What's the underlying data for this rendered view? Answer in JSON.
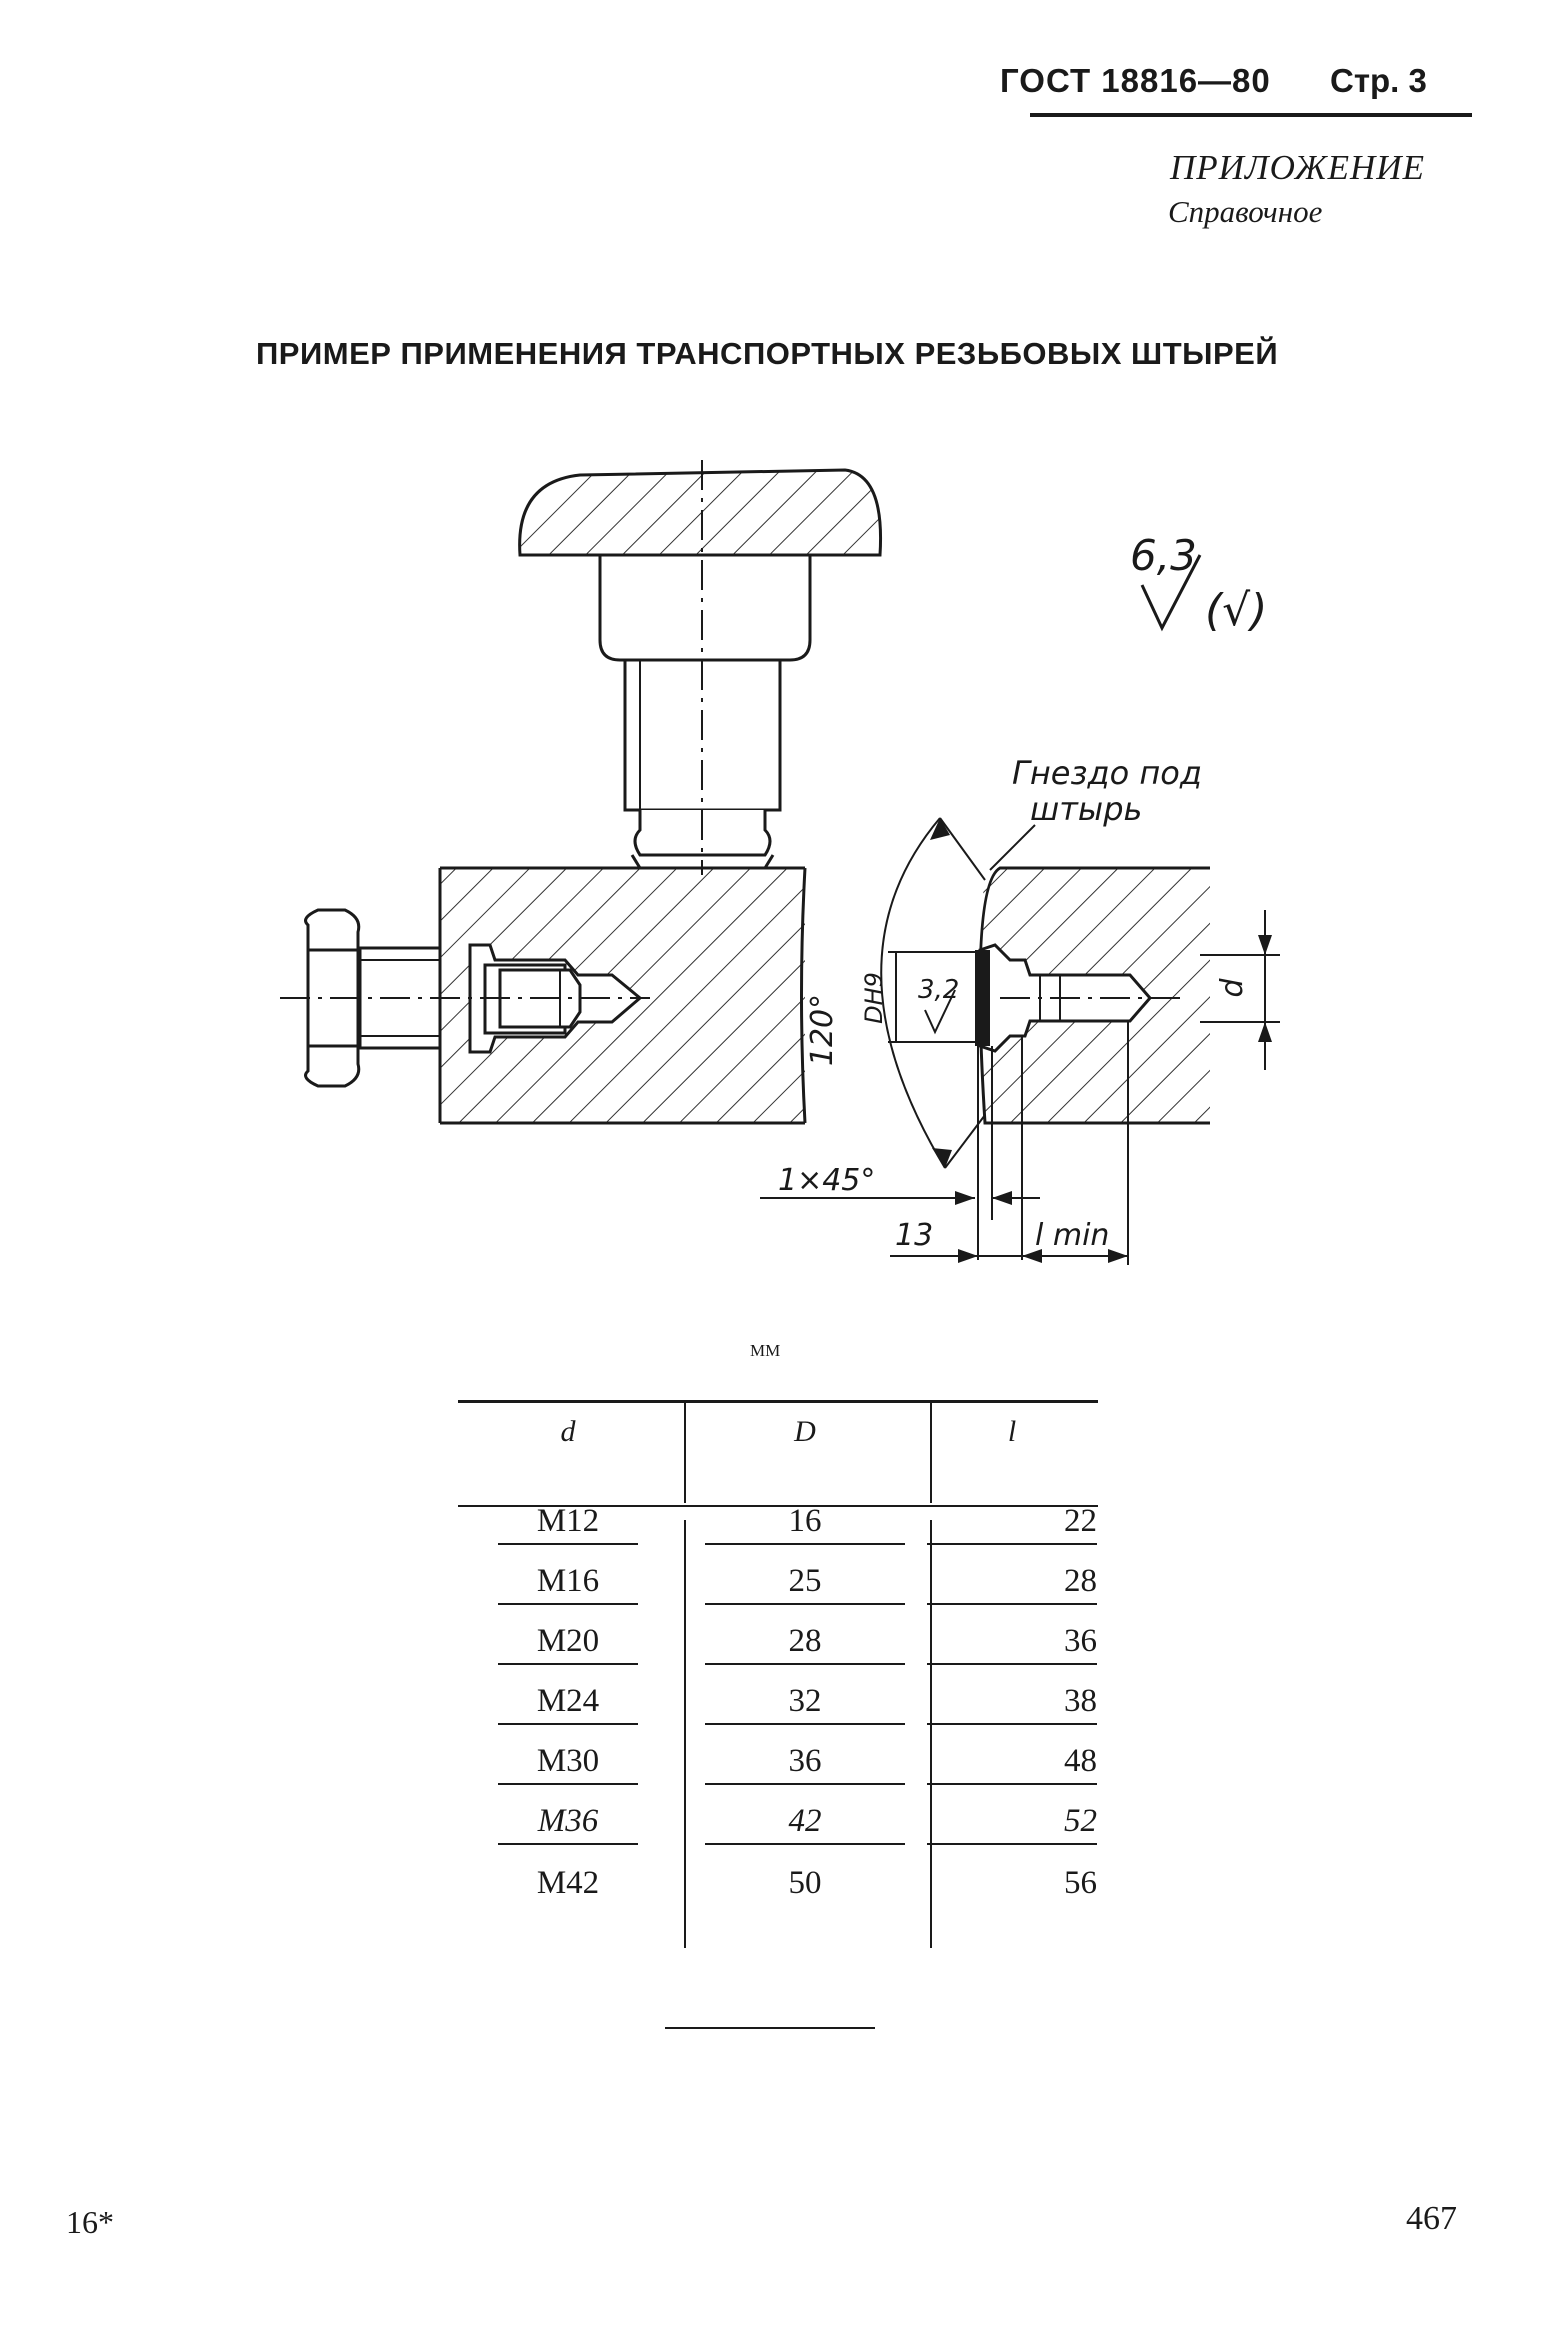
{
  "header": {
    "standard": "ГОСТ 18816—80",
    "page_label": "Стр. 3"
  },
  "appendix": {
    "title": "ПРИЛОЖЕНИЕ",
    "type": "Справочное"
  },
  "figure": {
    "title": "ПРИМЕР ПРИМЕНЕНИЯ ТРАНСПОРТНЫХ РЕЗЬБОВЫХ ШТЫРЕЙ",
    "roughness_value": "6,3",
    "roughness_paren": "(√)",
    "socket_label_1": "Гнездо под",
    "socket_label_2": "штырь",
    "angle_label": "120°",
    "bore_label": "DH9",
    "surface_label": "3,2",
    "chamfer_label": "1×45°",
    "dim_13": "13",
    "dim_lmin": "l min",
    "dim_d": "d"
  },
  "table": {
    "unit": "мм",
    "headers": [
      "d",
      "D",
      "l"
    ],
    "rows": [
      [
        "M12",
        "16",
        "22"
      ],
      [
        "M16",
        "25",
        "28"
      ],
      [
        "M20",
        "28",
        "36"
      ],
      [
        "M24",
        "32",
        "38"
      ],
      [
        "M30",
        "36",
        "48"
      ],
      [
        "M36",
        "42",
        "52"
      ],
      [
        "M42",
        "50",
        "56"
      ]
    ]
  },
  "footer": {
    "left": "16*",
    "right": "467"
  }
}
